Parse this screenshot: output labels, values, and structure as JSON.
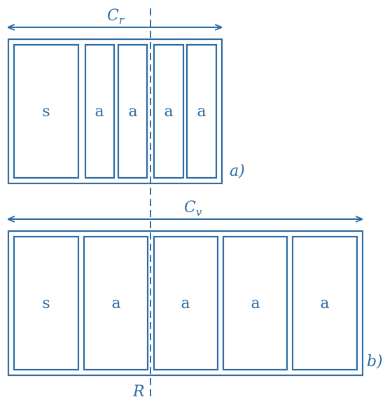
{
  "colors": {
    "line": "#2f6aa3"
  },
  "diagram_a": {
    "tag": "a)",
    "span_label_main": "C",
    "span_label_sub": "r",
    "cells": [
      "s",
      "a",
      "a",
      "a",
      "a"
    ]
  },
  "diagram_b": {
    "tag": "b)",
    "span_label_main": "C",
    "span_label_sub": "v",
    "cells": [
      "s",
      "a",
      "a",
      "a",
      "a"
    ]
  },
  "axis_label": "R"
}
